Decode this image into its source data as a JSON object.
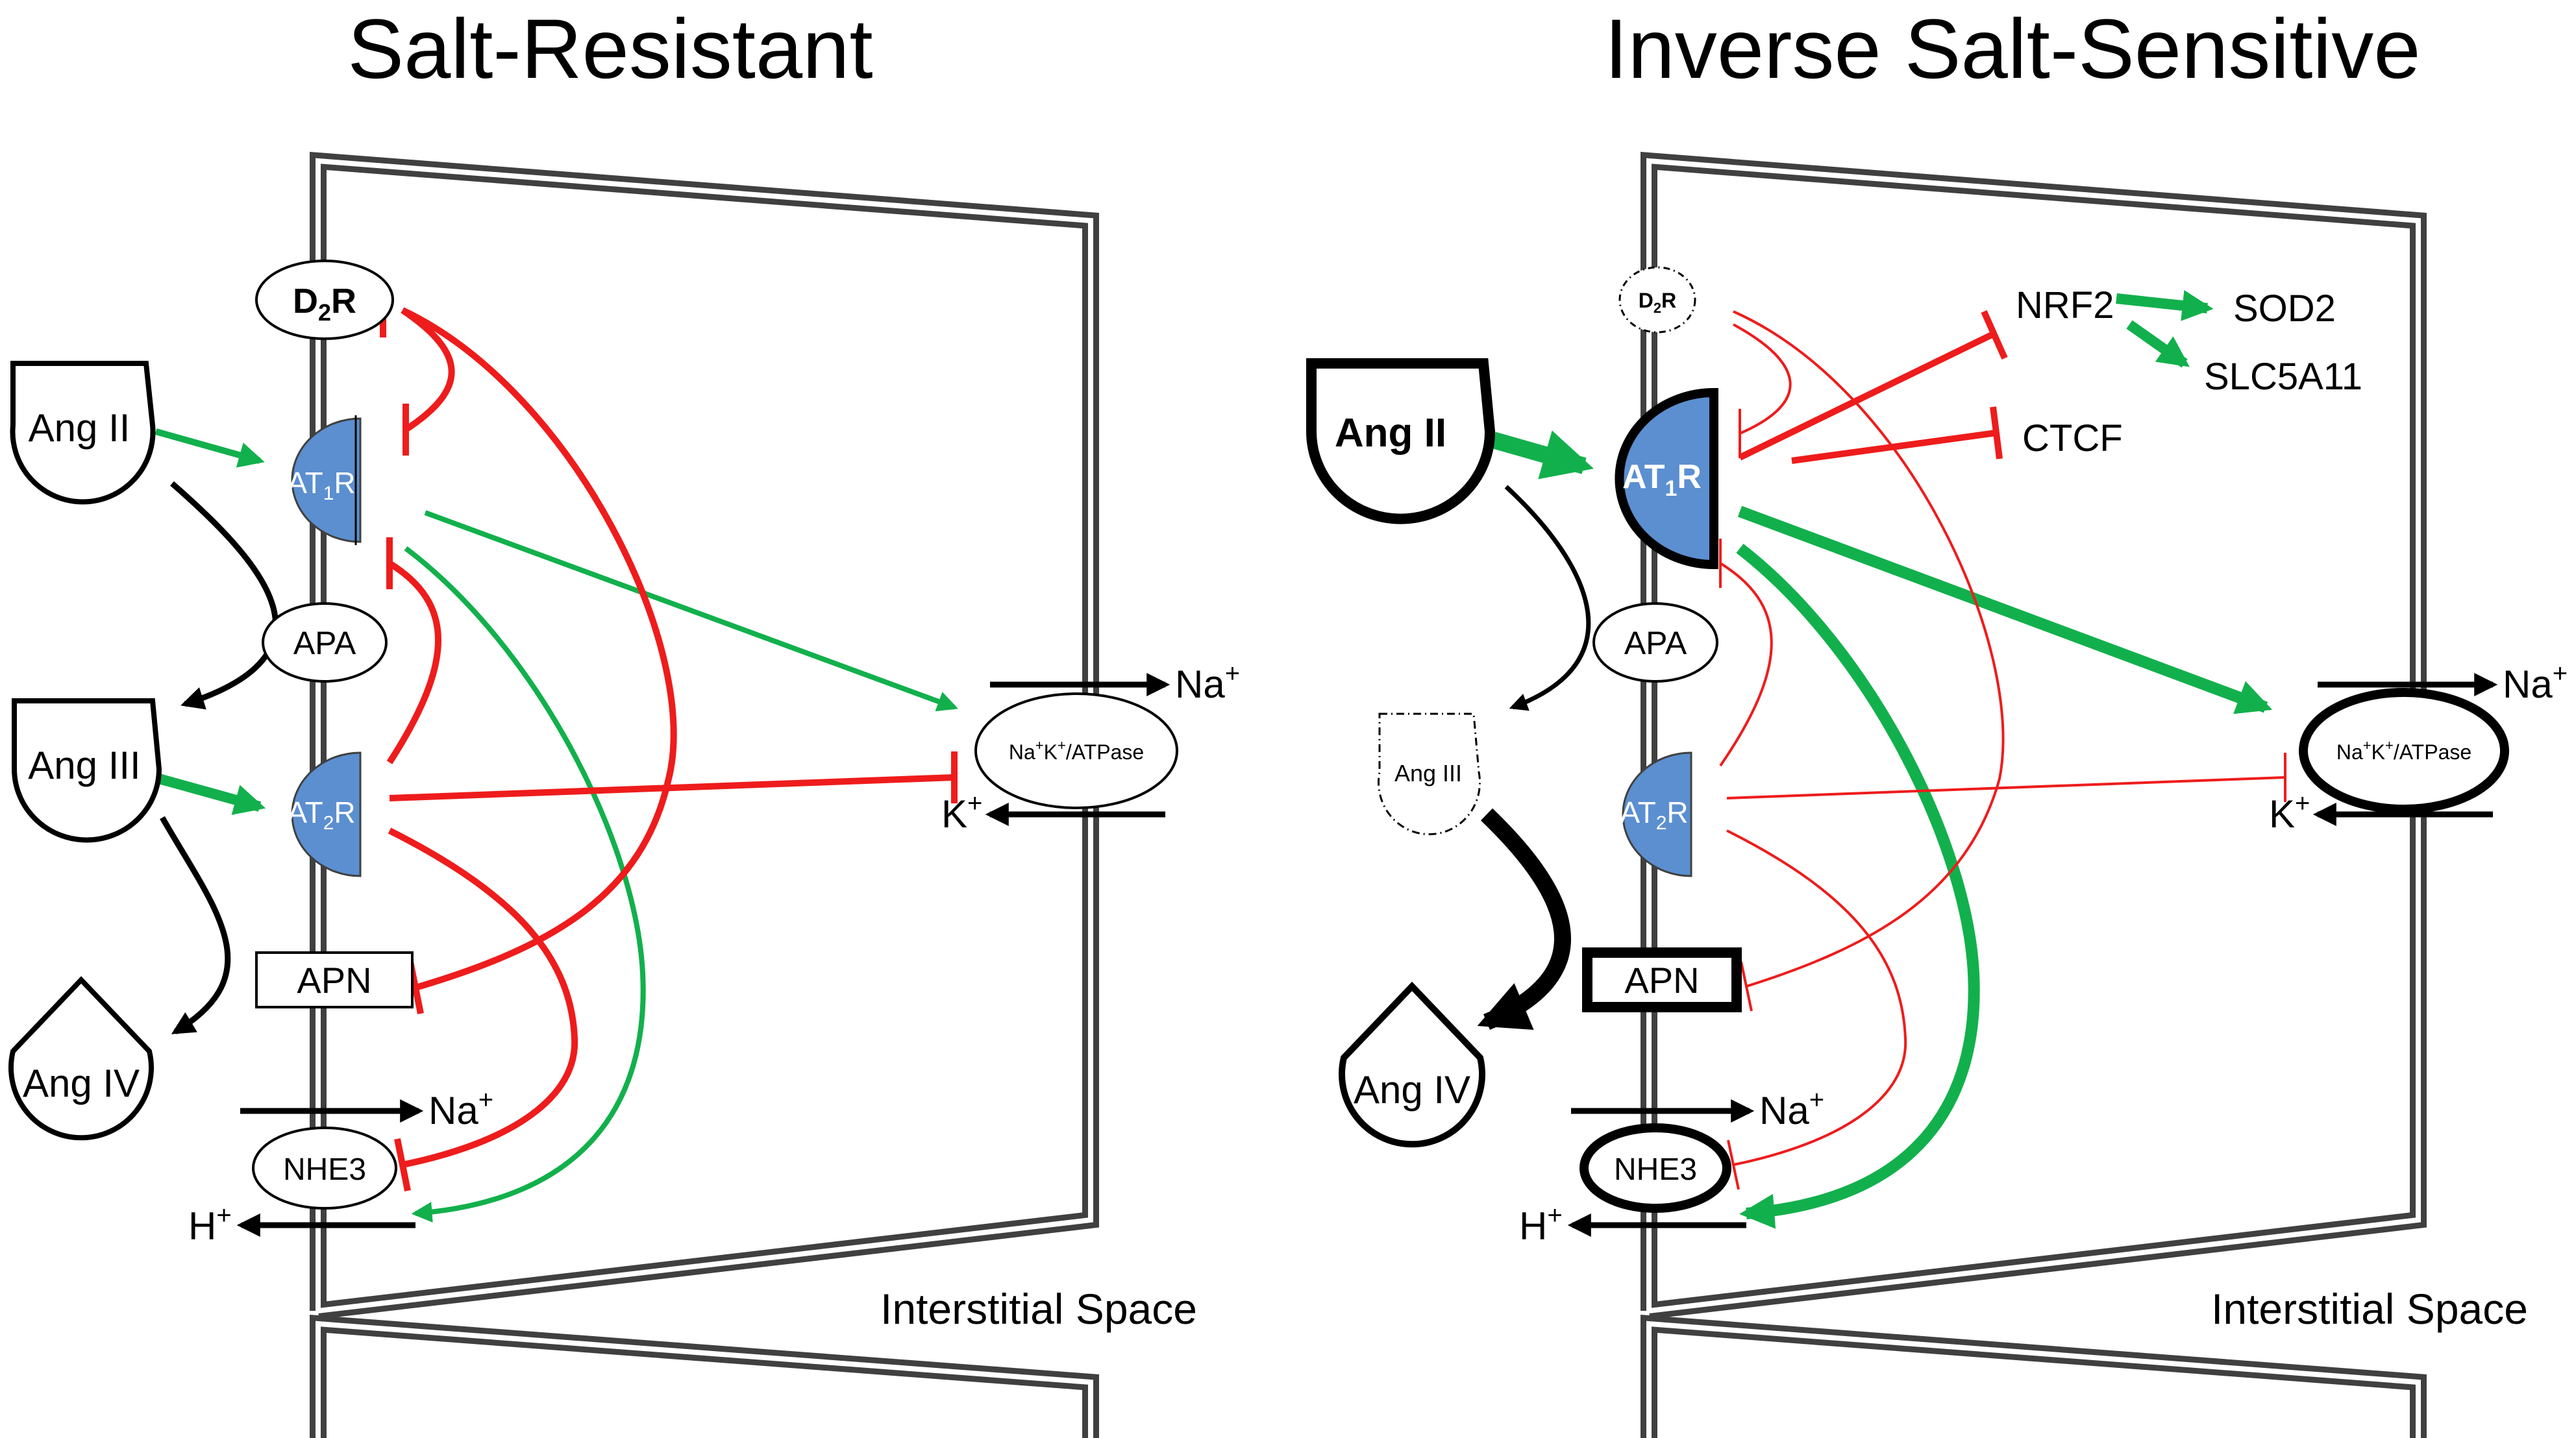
{
  "colors": {
    "inhibit": "#ee1c1c",
    "activate": "#12b04c",
    "receptor_fill": "#5b8fd0",
    "membrane": "#404040",
    "outline": "#000000"
  },
  "left_panel": {
    "title": "Salt-Resistant",
    "interstitial_label": "Interstitial Space",
    "d2r": "D",
    "d2r_sub": "2",
    "d2r_tail": "R",
    "at1r": "AT",
    "at1r_sub": "1",
    "at1r_tail": "R",
    "at2r": "AT",
    "at2r_sub": "2",
    "at2r_tail": "R",
    "apa": "APA",
    "apn": "APN",
    "nhe3": "NHE3",
    "atpase_na": "Na",
    "atpase_k": "K",
    "atpase_mid": "/ATPase",
    "ang2": "Ang II",
    "ang3": "Ang III",
    "ang4": "Ang IV",
    "na_label": "Na",
    "k_label": "K",
    "h_label": "H",
    "plus": "+"
  },
  "right_panel": {
    "title": "Inverse Salt-Sensitive",
    "interstitial_label": "Interstitial Space",
    "d2r": "D",
    "d2r_sub": "2",
    "d2r_tail": "R",
    "at1r": "AT",
    "at1r_sub": "1",
    "at1r_tail": "R",
    "at2r": "AT",
    "at2r_sub": "2",
    "at2r_tail": "R",
    "apa": "APA",
    "apn": "APN",
    "nhe3": "NHE3",
    "atpase_na": "Na",
    "atpase_k": "K",
    "atpase_mid": "/ATPase",
    "ang2": "Ang II",
    "ang3": "Ang III",
    "ang4": "Ang IV",
    "na_label": "Na",
    "k_label": "K",
    "h_label": "H",
    "plus": "+",
    "nrf2": "NRF2",
    "sod2": "SOD2",
    "slc5a11": "SLC5A11",
    "ctcf": "CTCF"
  }
}
